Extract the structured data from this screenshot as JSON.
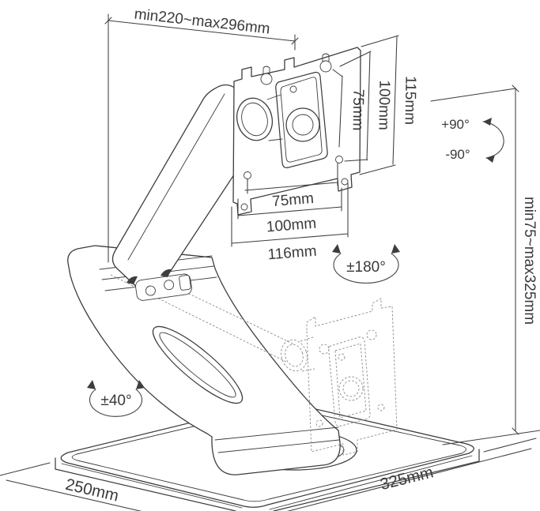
{
  "figure": {
    "type": "technical-line-drawing",
    "subject": "articulating monitor desk stand with VESA plate and dimension callouts",
    "colors": {
      "line": "#3d3d3d",
      "ghost_line": "#8f8f8f",
      "background": "#ffffff"
    },
    "annotations": {
      "arm_reach": "min220~max296mm",
      "vesa_side": {
        "hole_75": "75mm",
        "hole_100": "100mm",
        "plate_115": "115mm"
      },
      "vesa_bottom": {
        "hole_75": "75mm",
        "hole_100": "100mm",
        "plate_116": "116mm"
      },
      "height_range": "min75~max325mm",
      "tilt_up": "+90°",
      "tilt_down": "-90°",
      "rotation_plate": "±180°",
      "swivel_base": "±40°",
      "base_depth": "250mm",
      "base_width": "325mm"
    }
  }
}
